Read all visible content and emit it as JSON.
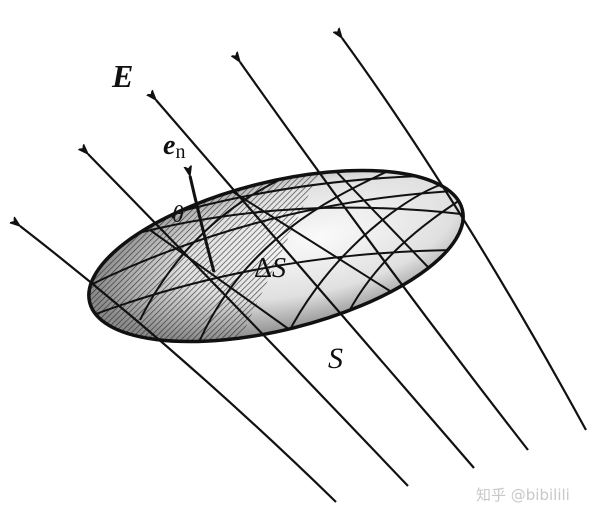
{
  "labels": {
    "field": "E",
    "normal_vector": "e",
    "normal_subscript": "n",
    "angle": "θ",
    "element_delta": "Δ",
    "element_S": "S",
    "surface": "S"
  },
  "watermark": "知乎 @bibilili"
}
